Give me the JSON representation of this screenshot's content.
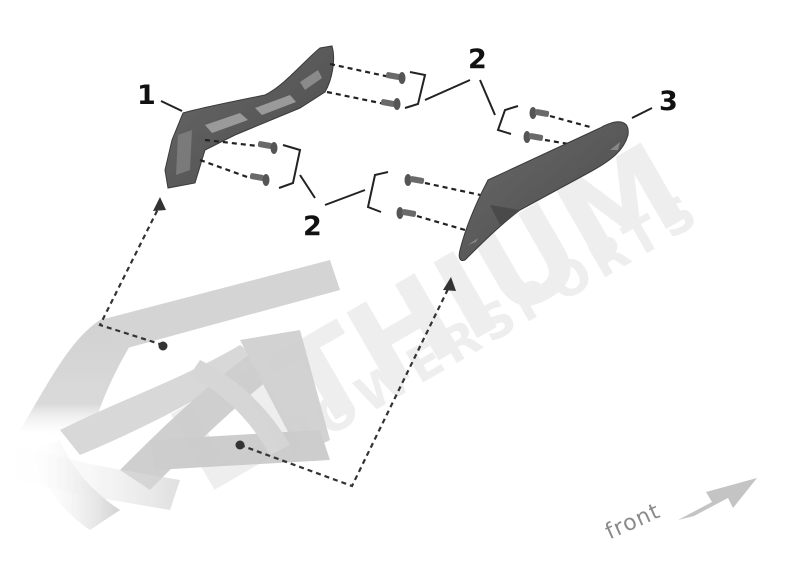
{
  "diagram": {
    "type": "exploded-parts-diagram",
    "callouts": [
      {
        "id": "1",
        "label": "1",
        "part": "bracket"
      },
      {
        "id": "2a",
        "label": "2",
        "part": "bolts-upper"
      },
      {
        "id": "2b",
        "label": "2",
        "part": "bolts-lower"
      },
      {
        "id": "3",
        "label": "3",
        "part": "cover"
      }
    ],
    "direction": {
      "label": "front",
      "icon": "arrow-up-right-icon"
    },
    "watermark": {
      "line1": "LITHIUM",
      "line2": "POWERSPORTS"
    },
    "colors": {
      "part_dark": "#5a5a5a",
      "frame_gray": "#c8c8c8",
      "line_black": "#1a1a1a",
      "arrow_gray": "#c4c4c4",
      "text_gray": "#8a8a8a",
      "watermark": "#eeeeee"
    }
  }
}
